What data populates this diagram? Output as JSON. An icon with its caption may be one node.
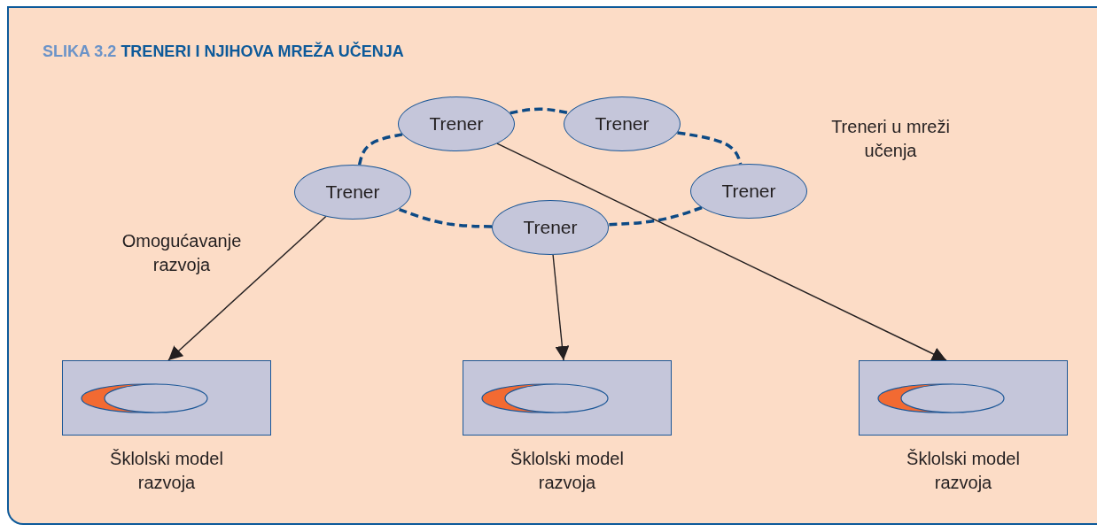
{
  "diagram": {
    "title": "TRENERI I NJIHOVA MREŽA UČENJA",
    "nodes": [
      {
        "text": [
          "Trener"
        ]
      },
      {
        "text": [
          "Trener"
        ]
      },
      {
        "text": [
          "Trener"
        ]
      },
      {
        "text": [
          "Trener"
        ]
      },
      {
        "text": [
          "Trener"
        ]
      },
      {
        "text": [],
        "shape": "box",
        "beside": [
          "Šklolski model razvoja"
        ]
      },
      {
        "text": [],
        "shape": "box",
        "beside": [
          "Šklolski model razvoja"
        ]
      },
      {
        "text": [],
        "shape": "box",
        "beside": [
          "Šklolski model razvoja"
        ]
      }
    ],
    "edges": [
      {
        "from": 0,
        "to": 1,
        "arrow": "none",
        "style": "dashed",
        "color": "#0d4a85"
      },
      {
        "from": 1,
        "to": 3,
        "arrow": "none",
        "style": "dashed",
        "color": "#0d4a85"
      },
      {
        "from": 3,
        "to": 4,
        "arrow": "none",
        "style": "dashed",
        "color": "#0d4a85"
      },
      {
        "from": 4,
        "to": 2,
        "arrow": "none",
        "style": "dashed",
        "color": "#0d4a85"
      },
      {
        "from": 2,
        "to": 0,
        "arrow": "none",
        "style": "dashed",
        "color": "#0d4a85"
      },
      {
        "from": 2,
        "to": 5,
        "arrow": "to",
        "color": "#231f20"
      },
      {
        "from": 4,
        "to": 6,
        "arrow": "to",
        "color": "#231f20"
      },
      {
        "from": 0,
        "to": 7,
        "arrow": "to",
        "color": "#231f20"
      }
    ],
    "labels": [
      "SLIKA 3.2",
      "Treneri u mreži učenja",
      "Omogućavanje razvoja"
    ]
  }
}
